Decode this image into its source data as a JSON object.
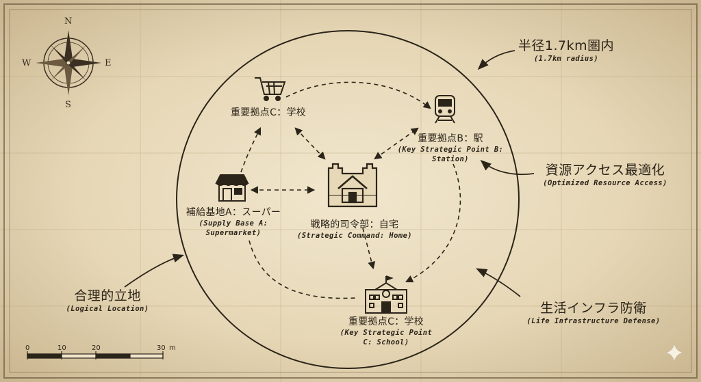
{
  "compass": {
    "north": "N",
    "south": "S",
    "east": "E",
    "west": "W"
  },
  "radius_note": {
    "jp": "半径1.7km圏内",
    "en": "(1.7km radius)"
  },
  "nodes": {
    "home": {
      "jp": "戦略的司令部：自宅",
      "en": "(Strategic Command: Home)",
      "icon": "castle-home-icon"
    },
    "station": {
      "jp": "重要拠点B：駅",
      "en_line1": "(Key Strategic Point B:",
      "en_line2": "Station)",
      "icon": "train-icon"
    },
    "cart_point": {
      "jp": "重要拠点C：学校",
      "icon": "shopping-cart-icon"
    },
    "supply_base": {
      "jp": "補給基地A：スーパー",
      "en_line1": "(Supply Base A:",
      "en_line2": "Supermarket)",
      "icon": "storefront-icon"
    },
    "school": {
      "jp": "重要拠点C：学校",
      "en_line1": "(Key Strategic Point",
      "en_line2": "C: School)",
      "icon": "school-icon"
    }
  },
  "annotations": {
    "resource": {
      "jp": "資源アクセス最適化",
      "en": "(Optimized Resource Access)"
    },
    "logical": {
      "jp": "合理的立地",
      "en": "(Logical Location)"
    },
    "infrastructure": {
      "jp": "生活インフラ防衛",
      "en": "(Life Infrastructure Defense)"
    }
  },
  "scale_bar": {
    "ticks": [
      "0",
      "10",
      "20",
      "30"
    ],
    "unit": "m"
  },
  "colors": {
    "ink": "#2b2419",
    "parchment": "#e9dcc0",
    "edge": "#a8926a"
  }
}
